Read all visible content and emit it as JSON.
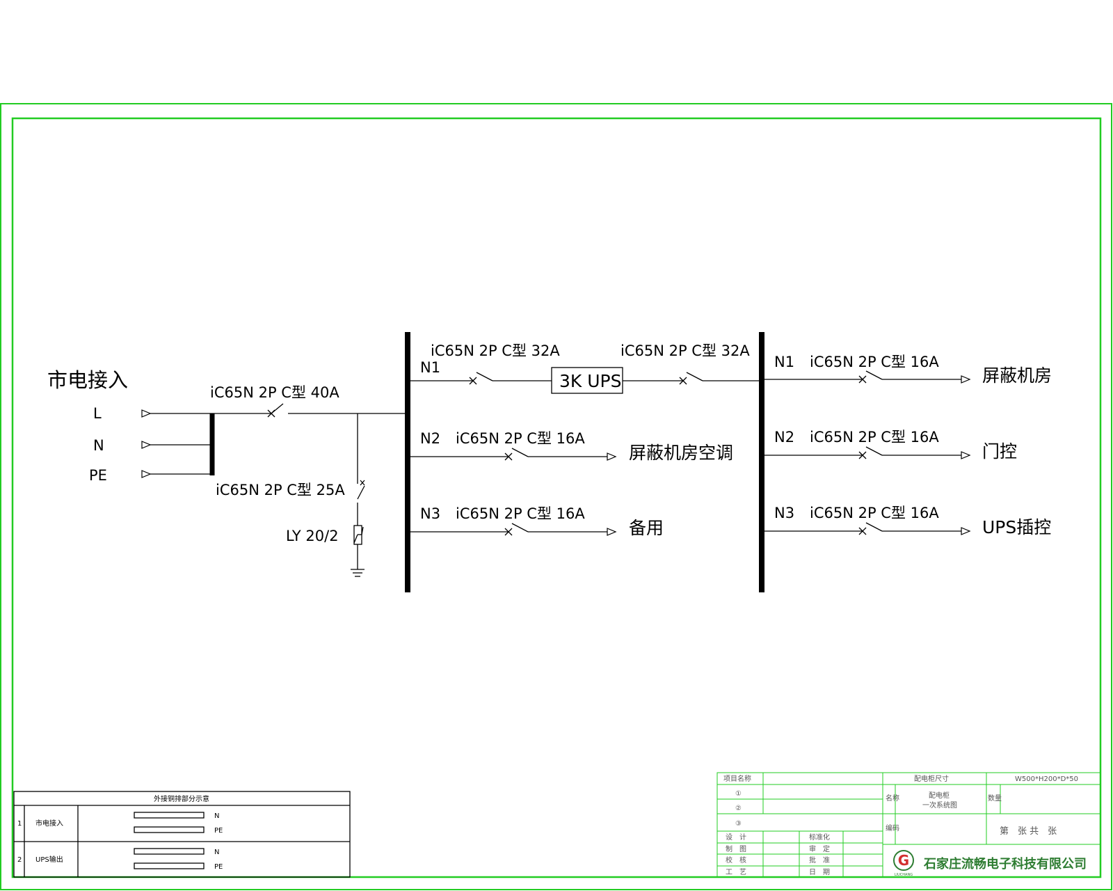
{
  "diagram": {
    "source": {
      "title": "市电接入",
      "phases": [
        "L",
        "N",
        "PE"
      ]
    },
    "main_breaker": "iC65N 2P C型 40A",
    "spd_breaker": "iC65N 2P C型 25A",
    "spd_label": "LY 20/2",
    "bus1": {
      "circuits": [
        {
          "id": "N1",
          "breaker_in": "iC65N 2P C型 32A",
          "ups": "3K UPS",
          "breaker_out": "iC65N 2P C型 32A"
        },
        {
          "id": "N2",
          "breaker": "iC65N 2P C型 16A",
          "load": "屏蔽机房空调"
        },
        {
          "id": "N3",
          "breaker": "iC65N 2P C型 16A",
          "load": "备用"
        }
      ]
    },
    "bus2": {
      "circuits": [
        {
          "id": "N1",
          "breaker": "iC65N 2P C型 16A",
          "load": "屏蔽机房"
        },
        {
          "id": "N2",
          "breaker": "iC65N 2P C型 16A",
          "load": "门控"
        },
        {
          "id": "N3",
          "breaker": "iC65N 2P C型 16A",
          "load": "UPS插控"
        }
      ]
    }
  },
  "copper_table": {
    "title": "外接铜排部分示意",
    "rows": [
      {
        "no": "1",
        "name": "市电接入",
        "bars": [
          "N",
          "PE"
        ]
      },
      {
        "no": "2",
        "name": "UPS输出",
        "bars": [
          "N",
          "PE"
        ]
      }
    ]
  },
  "title_block": {
    "project_label": "项目名称",
    "size_label": "配电柜尺寸",
    "size_value": "W500*H200*D*50",
    "items": [
      "①",
      "②",
      "③"
    ],
    "name_label": "名称",
    "name_value_1": "配电柜",
    "name_value_2": "一次系统图",
    "qty_label": "数量",
    "code_label": "编码",
    "sheet_label": "第　张 共　张",
    "roles_left": [
      "设　计",
      "制　图",
      "校　核",
      "工　艺"
    ],
    "roles_right": [
      "标准化",
      "审　定",
      "批　准",
      "日　期"
    ],
    "company": "石家庄流畅电子科技有限公司",
    "logo_text": "LIUCHANG"
  },
  "colors": {
    "frame": "#22cc22",
    "line": "#000000",
    "brand": "#2e7d32",
    "logo": "#d32f2f"
  }
}
